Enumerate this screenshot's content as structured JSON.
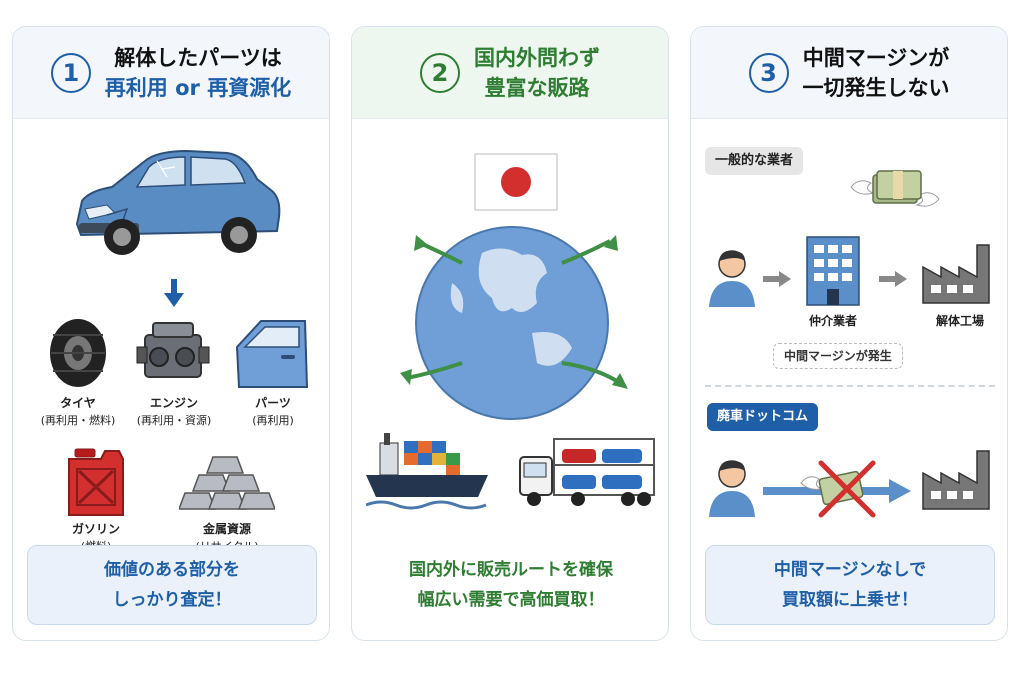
{
  "colors": {
    "blue": "#1f5fa8",
    "green": "#2e7d32",
    "panel_blue_bg": "#eaf1fa",
    "panel_green_bg": "#eaf5ec",
    "cross": "#d32f2f"
  },
  "card1": {
    "number": "1",
    "title_line1": "解体したパーツは",
    "title_line2": "再利用 or 再資源化",
    "items": [
      {
        "name": "タイヤ",
        "sub": "(再利用・燃料)",
        "icon": "tire-icon"
      },
      {
        "name": "エンジン",
        "sub": "(再利用・資源)",
        "icon": "engine-icon"
      },
      {
        "name": "パーツ",
        "sub": "(再利用)",
        "icon": "car-door-icon"
      },
      {
        "name": "ガソリン",
        "sub": "(燃料)",
        "icon": "jerry-can-icon"
      },
      {
        "name": "金属資源",
        "sub": "(リサイクル)",
        "icon": "metal-ingots-icon"
      }
    ],
    "footer_line1": "価値のある部分を",
    "footer_line2": "しっかり査定！"
  },
  "card2": {
    "number": "2",
    "title_line1": "国内外問わず",
    "title_line2": "豊富な販路",
    "footer_line1": "国内外に販売ルートを確保",
    "footer_line2": "幅広い需要で高価買取！"
  },
  "card3": {
    "number": "3",
    "title_line1": "中間マージンが",
    "title_line2": "一切発生しない",
    "general_tag": "一般的な業者",
    "broker_label": "仲介業者",
    "factory_label": "解体工場",
    "margin_note": "中間マージンが発生",
    "company_tag": "廃車ドットコム",
    "footer_line1": "中間マージンなしで",
    "footer_line2": "買取額に上乗せ！"
  }
}
